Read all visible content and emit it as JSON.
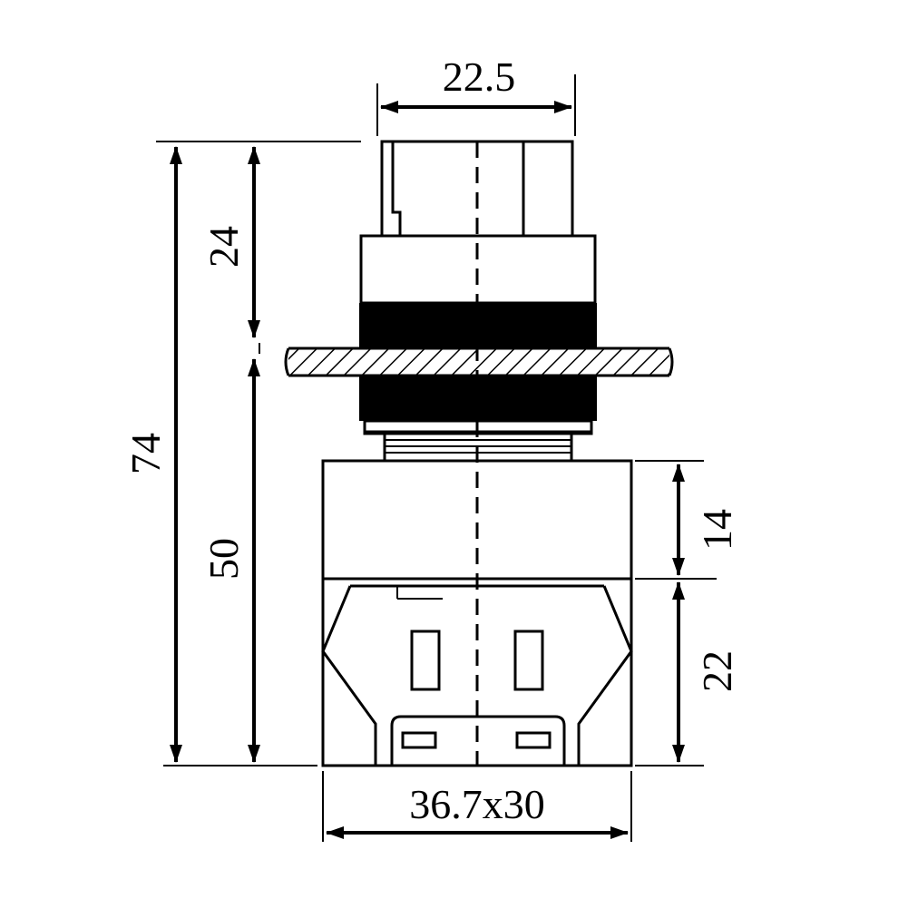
{
  "dimensions": {
    "top_width": "22.5",
    "total_height": "74",
    "upper_height": "24",
    "lower_height": "50",
    "body_upper": "14",
    "body_lower": "22",
    "base_size": "36.7x30"
  },
  "colors": {
    "line": "#000000",
    "background": "#ffffff"
  }
}
